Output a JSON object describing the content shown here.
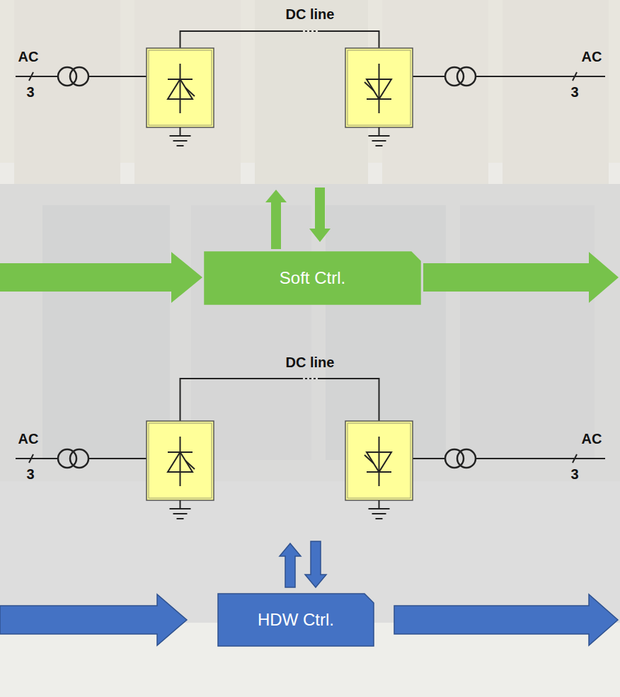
{
  "diagram": {
    "nodes": [
      {
        "text": [
          "Soft Ctrl."
        ]
      },
      {
        "text": [
          "HDW Ctrl."
        ]
      }
    ],
    "labels": [
      "DC line",
      "AC",
      "3",
      "AC",
      "3",
      "DC line",
      "AC",
      "3",
      "AC",
      "3"
    ]
  }
}
